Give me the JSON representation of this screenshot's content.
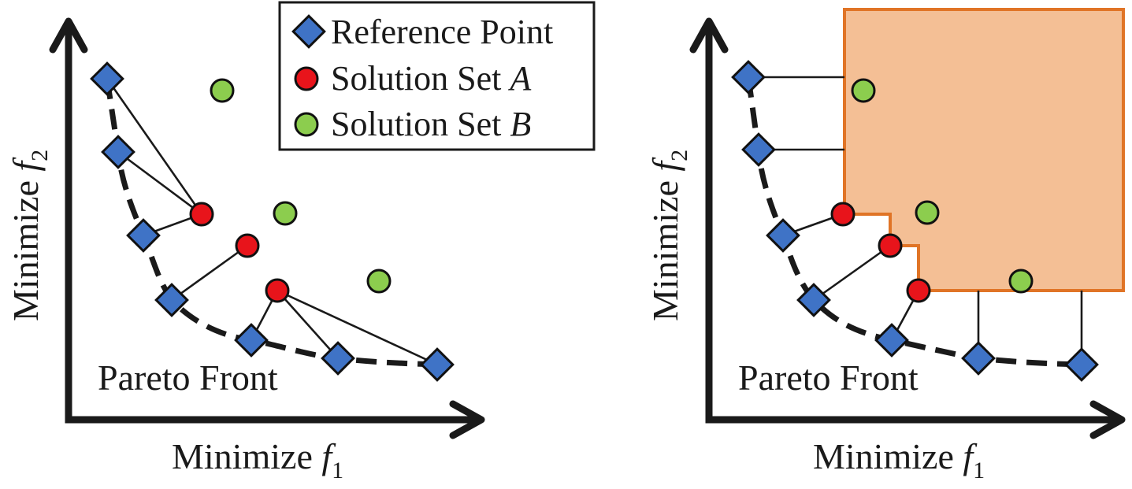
{
  "colors": {
    "reference_point": "#3f73c6",
    "solution_set_a": "#e8141b",
    "solution_set_b": "#8ccd4e",
    "dominated_region_fill": "#f4bf95",
    "dominated_region_border": "#e07426"
  },
  "legend": {
    "reference_point": "Reference Point",
    "solution_set_a_prefix": "Solution Set ",
    "solution_set_a_var": "A",
    "solution_set_b_prefix": "Solution Set ",
    "solution_set_b_var": "B"
  },
  "left_panel": {
    "x_axis_label": "Minimize ",
    "x_axis_var": "f",
    "x_axis_sub": "1",
    "y_axis_label": "Minimize ",
    "y_axis_var": "f",
    "y_axis_sub": "2",
    "front_label": "Pareto Front"
  },
  "right_panel": {
    "x_axis_label": "Minimize ",
    "x_axis_var": "f",
    "x_axis_sub": "1",
    "y_axis_label": "Minimize ",
    "y_axis_var": "f",
    "y_axis_sub": "2",
    "front_label": "Pareto Front"
  }
}
